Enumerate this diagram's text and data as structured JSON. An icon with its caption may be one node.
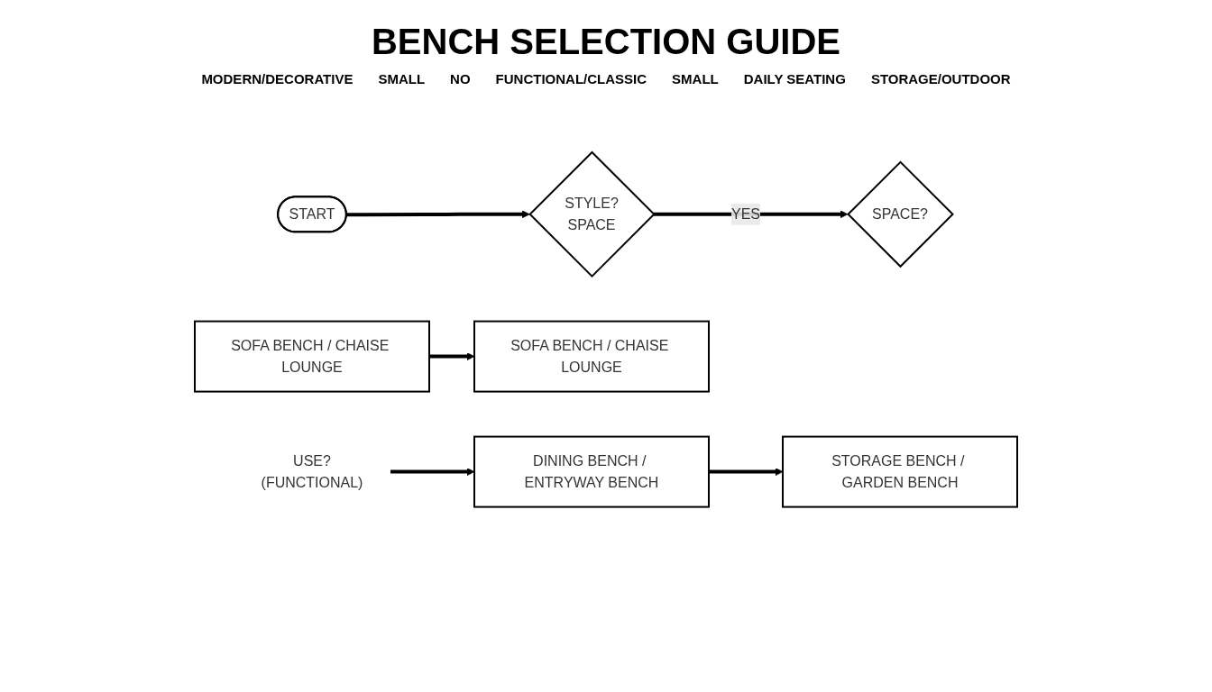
{
  "diagram": {
    "title": "BENCH SELECTION GUIDE",
    "nodes": [
      {
        "text": [
          "START"
        ]
      },
      {
        "text": [
          "STYLE?",
          "SPACE"
        ]
      },
      {
        "text": [
          "SPACE?"
        ]
      },
      {
        "text": [
          "SOFA BENCH / CHAISE LOUNGE"
        ]
      },
      {
        "text": [
          "SOFA BENCH / CHAISE LOUNGE"
        ]
      },
      {
        "text": [
          "USE?",
          "(FUNCTIONAL)"
        ]
      },
      {
        "text": [
          "DINING BENCH / ENTRYWAY BENCH"
        ]
      },
      {
        "text": [
          "STORAGE BENCH / GARDEN BENCH"
        ]
      }
    ],
    "edges": [
      {
        "from": 0,
        "to": 1,
        "arrow": "to"
      },
      {
        "from": 1,
        "to": 2,
        "arrow": "to",
        "label": "YES"
      },
      {
        "from": 3,
        "to": 4,
        "arrow": "to"
      },
      {
        "from": 5,
        "to": 6,
        "arrow": "to"
      },
      {
        "from": 6,
        "to": 7,
        "arrow": "to"
      }
    ],
    "labels": [
      "MODERN/DECORATIVE",
      "SMALL",
      "NO",
      "FUNCTIONAL/CLASSIC",
      "SMALL",
      "DAILY SEATING",
      "STORAGE/OUTDOOR"
    ]
  }
}
